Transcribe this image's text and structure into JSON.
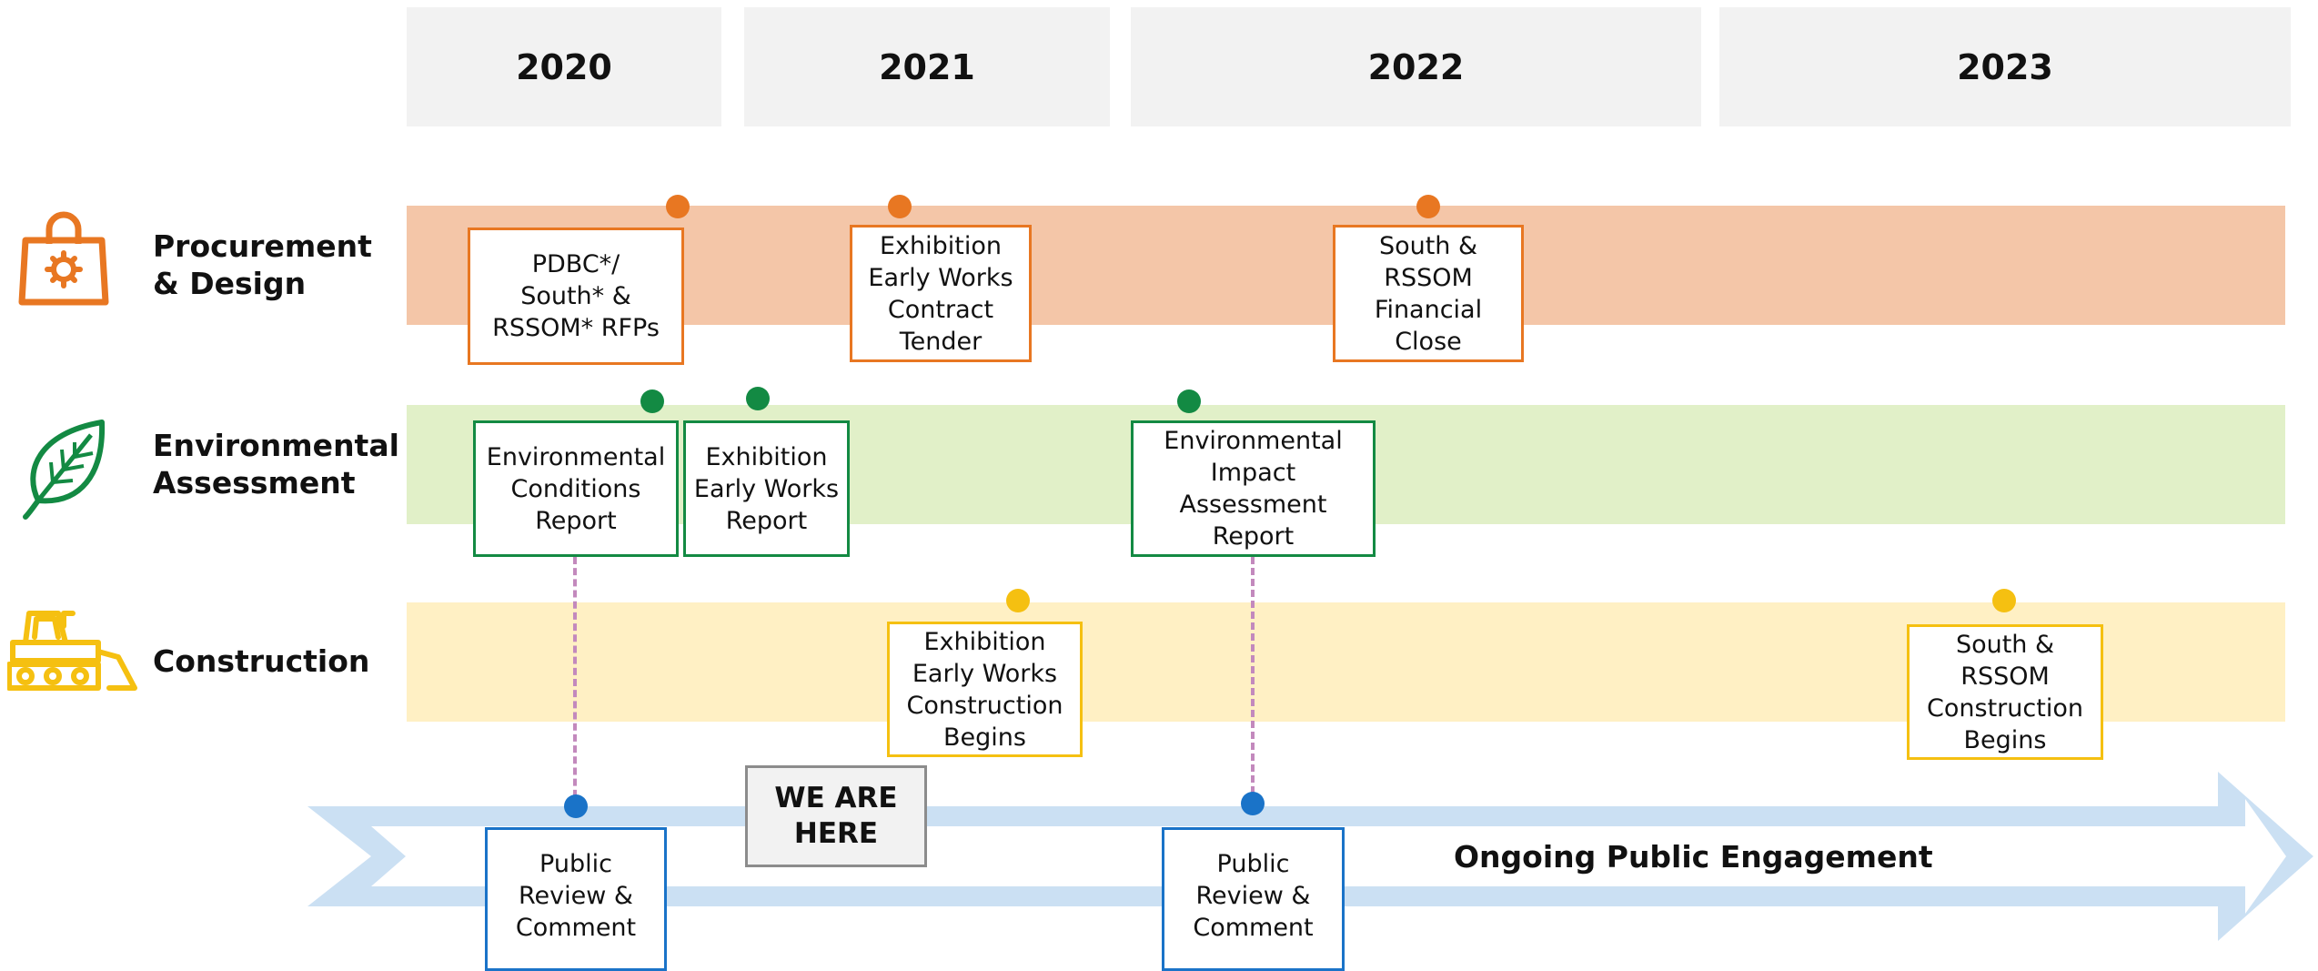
{
  "years": [
    "2020",
    "2021",
    "2022",
    "2023"
  ],
  "tracks": {
    "procurement": {
      "label": "Procurement\n& Design",
      "icon": "shopping-bag-gear-icon",
      "color": "#e87722",
      "band_color": "#f4c6a8",
      "milestones": [
        "PDBC*/\nSouth* &\nRSSOM* RFPs",
        "Exhibition\nEarly Works\nContract\nTender",
        "South &\nRSSOM\nFinancial\nClose"
      ]
    },
    "environmental": {
      "label": "Environmental\nAssessment",
      "icon": "leaf-icon",
      "color": "#138a43",
      "band_color": "#e1f0c8",
      "milestones": [
        "Environmental\nConditions\nReport",
        "Exhibition\nEarly Works\nReport",
        "Environmental\nImpact\nAssessment\nReport"
      ]
    },
    "construction": {
      "label": "Construction",
      "icon": "bulldozer-icon",
      "color": "#f5c011",
      "band_color": "#fff0c4",
      "milestones": [
        "Exhibition\nEarly Works\nConstruction\nBegins",
        "South &\nRSSOM\nConstruction\nBegins"
      ]
    }
  },
  "engagement": {
    "label": "Ongoing Public Engagement",
    "color": "#1a73c8",
    "arrow_color": "#cbe0f3",
    "reviews": [
      "Public\nReview &\nComment",
      "Public\nReview &\nComment"
    ],
    "marker": "WE ARE\nHERE"
  },
  "connector_color": "#c389bd"
}
